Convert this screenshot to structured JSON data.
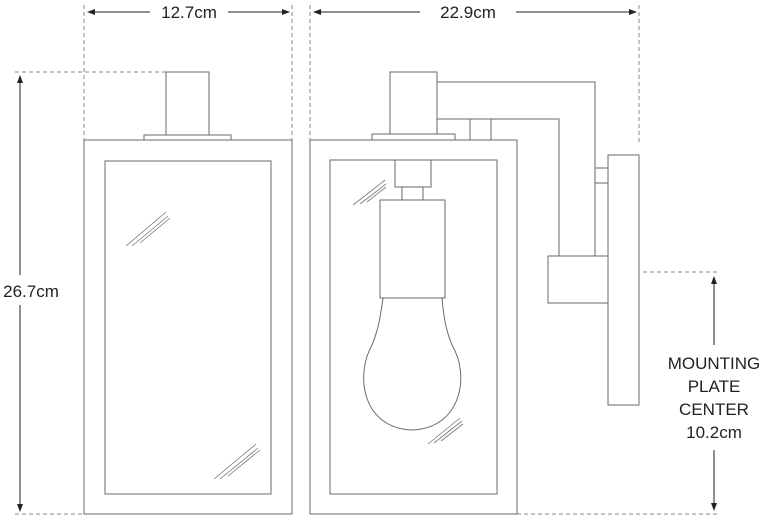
{
  "dimensions": {
    "width": "12.7cm",
    "depth": "22.9cm",
    "height": "26.7cm",
    "mounting_plate_center": {
      "lines": [
        "MOUNTING",
        "PLATE",
        "CENTER"
      ],
      "value": "10.2cm"
    }
  },
  "line_color": "#6a6a6a"
}
